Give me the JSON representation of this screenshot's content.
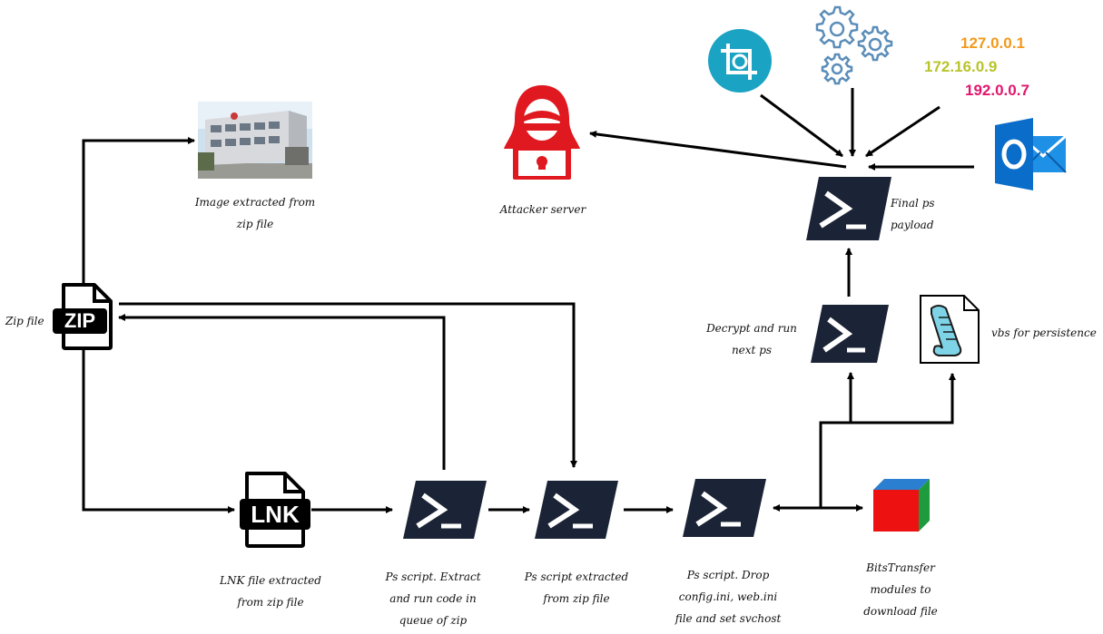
{
  "captions": {
    "image": "Image extracted  from zip file",
    "zip": "Zip file",
    "lnk": "LNK file extracted from zip file",
    "ps1": "Ps script. Extract and run code in queue of zip",
    "ps2": "Ps script extracted from zip file",
    "ps3": "Ps script. Drop config.ini, web.ini file and set svchost",
    "bits": "BitsTransfer modules to download file",
    "decrypt": "Decrypt  and run next ps",
    "vbs": "vbs for persistence",
    "final": "Final ps payload",
    "attacker": "Attacker server"
  },
  "icon_labels": {
    "zip": "ZIP",
    "lnk": "LNK"
  },
  "ips": [
    {
      "text": "127.0.0.1",
      "color": "#F29A1C"
    },
    {
      "text": "172.16.0.9",
      "color": "#B8C42A"
    },
    {
      "text": "192.0.0.7",
      "color": "#E0166E"
    }
  ],
  "colors": {
    "powershell_bg": "#1B2436",
    "attacker_red": "#E0181F",
    "screenshot_teal": "#1AA3C2",
    "gears_blue": "#5B8DB8",
    "outlook_blue": "#0A6DC9"
  }
}
